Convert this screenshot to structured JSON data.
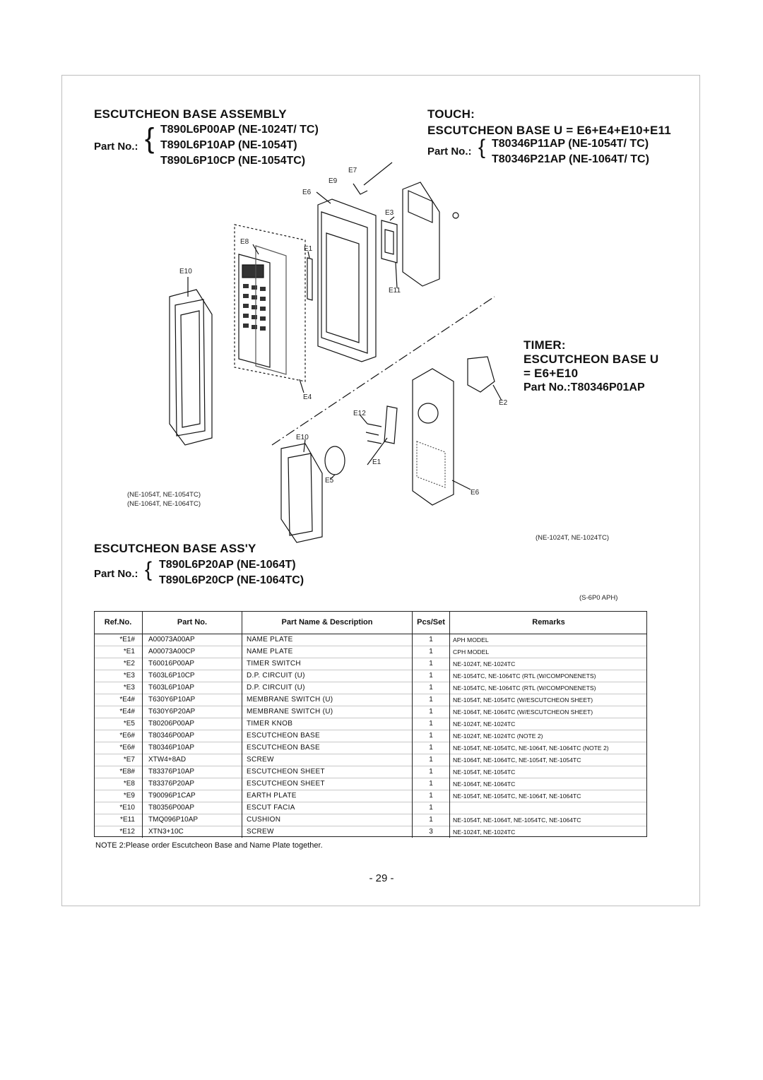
{
  "assembly": {
    "title": "ESCUTCHEON BASE ASSEMBLY",
    "part_label": "Part No.:",
    "parts": [
      "T890L6P00AP (NE-1024T/ TC)",
      "T890L6P10AP (NE-1054T)",
      "T890L6P10CP (NE-1054TC)"
    ]
  },
  "touch": {
    "title": "TOUCH:",
    "subtitle": "ESCUTCHEON BASE U = E6+E4+E10+E11",
    "part_label": "Part No.:",
    "parts": [
      "T80346P11AP (NE-1054T/ TC)",
      "T80346P21AP (NE-1064T/ TC)"
    ]
  },
  "timer": {
    "title": "TIMER:",
    "line2": "ESCUTCHEON BASE U",
    "line3": "= E6+E10",
    "line4": "Part No.:T80346P01AP"
  },
  "assy2": {
    "title": "ESCUTCHEON BASE ASS'Y",
    "part_label": "Part No.:",
    "parts": [
      "T890L6P20AP (NE-1064T)",
      "T890L6P20CP (NE-1064TC)"
    ]
  },
  "diagram_labels": {
    "e7": "E7",
    "e9": "E9",
    "e6_top": "E6",
    "e3": "E3",
    "e8": "E8",
    "e1_top": "E1",
    "e10_left": "E10",
    "e11": "E11",
    "e4": "E4",
    "e2": "E2",
    "e12": "E12",
    "e10_mid": "E10",
    "e1_mid": "E1",
    "e5": "E5",
    "e6_bottom": "E6",
    "models_left_1": "(NE-1054T, NE-1054TC)",
    "models_left_2": "(NE-1064T, NE-1064TC)",
    "models_right": "(NE-1024T, NE-1024TC)",
    "code": "(S-6P0 APH)"
  },
  "table": {
    "headers": [
      "Ref.No.",
      "Part No.",
      "Part Name & Description",
      "Pcs/Set",
      "Remarks"
    ],
    "rows": [
      [
        "*E1#",
        "A00073A00AP",
        "NAME PLATE",
        "1",
        "APH MODEL"
      ],
      [
        "*E1",
        "A00073A00CP",
        "NAME PLATE",
        "1",
        "CPH MODEL"
      ],
      [
        "*E2",
        "T60016P00AP",
        "TIMER SWITCH",
        "1",
        "NE-1024T, NE-1024TC"
      ],
      [
        "*E3",
        "T603L6P10CP",
        "D.P. CIRCUIT (U)",
        "1",
        "NE-1054TC, NE-1064TC (RTL (W/COMPONENETS)"
      ],
      [
        "*E3",
        "T603L6P10AP",
        "D.P. CIRCUIT (U)",
        "1",
        "NE-1054TC, NE-1064TC (RTL (W/COMPONENETS)"
      ],
      [
        "*E4#",
        "T630Y6P10AP",
        "MEMBRANE SWITCH (U)",
        "1",
        "NE-1054T, NE-1054TC (W/ESCUTCHEON SHEET)"
      ],
      [
        "*E4#",
        "T630Y6P20AP",
        "MEMBRANE SWITCH (U)",
        "1",
        "NE-1064T, NE-1064TC (W/ESCUTCHEON SHEET)"
      ],
      [
        "*E5",
        "T80206P00AP",
        "TIMER KNOB",
        "1",
        "NE-1024T, NE-1024TC"
      ],
      [
        "*E6#",
        "T80346P00AP",
        "ESCUTCHEON BASE",
        "1",
        "NE-1024T, NE-1024TC (NOTE 2)"
      ],
      [
        "*E6#",
        "T80346P10AP",
        "ESCUTCHEON BASE",
        "1",
        "NE-1054T, NE-1054TC, NE-1064T, NE-1064TC (NOTE 2)"
      ],
      [
        "*E7",
        "XTW4+8AD",
        "SCREW",
        "1",
        "NE-1064T, NE-1064TC, NE-1054T, NE-1054TC"
      ],
      [
        "*E8#",
        "T83376P10AP",
        "ESCUTCHEON SHEET",
        "1",
        "NE-1054T, NE-1054TC"
      ],
      [
        "*E8",
        "T83376P20AP",
        "ESCUTCHEON SHEET",
        "1",
        "NE-1064T, NE-1064TC"
      ],
      [
        "*E9",
        "T90096P1CAP",
        "EARTH PLATE",
        "1",
        "NE-1054T, NE-1054TC, NE-1064T, NE-1064TC"
      ],
      [
        "*E10",
        "T80356P00AP",
        "ESCUT FACIA",
        "1",
        ""
      ],
      [
        "*E11",
        "TMQ096P10AP",
        "CUSHION",
        "1",
        "NE-1054T, NE-1064T, NE-1054TC, NE-1064TC"
      ],
      [
        "*E12",
        "XTN3+10C",
        "SCREW",
        "3",
        "NE-1024T, NE-1024TC"
      ]
    ]
  },
  "note": "NOTE 2:Please order Escutcheon Base and Name Plate together.",
  "page_number": "- 29 -"
}
